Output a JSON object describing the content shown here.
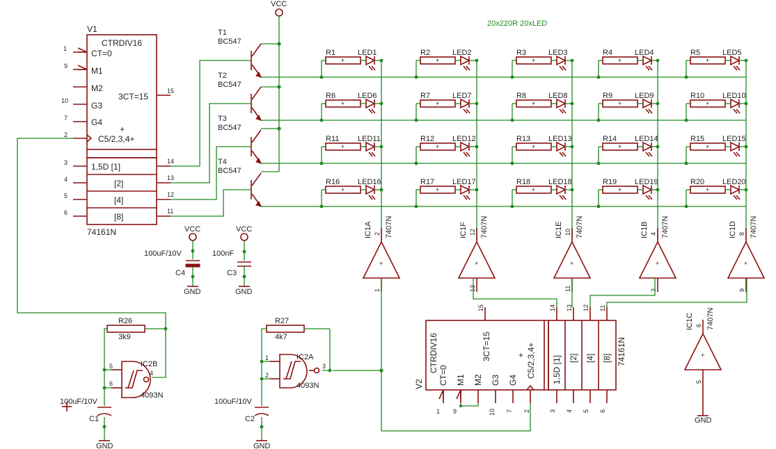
{
  "note": "20x220R  20xLED",
  "vcc": "VCC",
  "gnd": "GND",
  "v1": {
    "ref": "V1",
    "title": "CTRDIV16",
    "inputs": [
      "CT=0",
      "M1",
      "M2",
      "G3",
      "G4",
      "C5/2,3,4+"
    ],
    "out_label": "3CT=15",
    "plus": "+",
    "bits": [
      "1,5D [1]",
      "[2]",
      "[4]",
      "[8]"
    ],
    "part": "74161N"
  },
  "v2": {
    "ref": "V2",
    "title": "CTRDIV16",
    "inputs": [
      "CT=0",
      "M1",
      "M2",
      "G3",
      "G4",
      "C5/2,3,4+"
    ],
    "out_label": "3CT=15",
    "plus": "+",
    "bits": [
      "1,5D [1]",
      "[2]",
      "[4]",
      "[8]"
    ],
    "part": "74161N"
  },
  "transistors": [
    {
      "ref": "T1",
      "part": "BC547"
    },
    {
      "ref": "T2",
      "part": "BC547"
    },
    {
      "ref": "T3",
      "part": "BC547"
    },
    {
      "ref": "T4",
      "part": "BC547"
    }
  ],
  "matrix": [
    [
      {
        "r": "R1",
        "led": "LED1"
      },
      {
        "r": "R2",
        "led": "LED2"
      },
      {
        "r": "R3",
        "led": "LED3"
      },
      {
        "r": "R4",
        "led": "LED4"
      },
      {
        "r": "R5",
        "led": "LED5"
      }
    ],
    [
      {
        "r": "R6",
        "led": "LED6"
      },
      {
        "r": "R7",
        "led": "LED7"
      },
      {
        "r": "R8",
        "led": "LED8"
      },
      {
        "r": "R9",
        "led": "LED9"
      },
      {
        "r": "R10",
        "led": "LED10"
      }
    ],
    [
      {
        "r": "R11",
        "led": "LED11"
      },
      {
        "r": "R12",
        "led": "LED12"
      },
      {
        "r": "R13",
        "led": "LED13"
      },
      {
        "r": "R14",
        "led": "LED14"
      },
      {
        "r": "R15",
        "led": "LED15"
      }
    ],
    [
      {
        "r": "R16",
        "led": "LED16"
      },
      {
        "r": "R17",
        "led": "LED17"
      },
      {
        "r": "R18",
        "led": "LED18"
      },
      {
        "r": "R19",
        "led": "LED19"
      },
      {
        "r": "R20",
        "led": "LED20"
      }
    ]
  ],
  "buffers": [
    {
      "ref": "IC1A",
      "part": "7407N",
      "in": "1",
      "out": "2"
    },
    {
      "ref": "IC1F",
      "part": "7407N",
      "in": "13",
      "out": "12"
    },
    {
      "ref": "IC1E",
      "part": "7407N",
      "in": "11",
      "out": "10"
    },
    {
      "ref": "IC1B",
      "part": "7407N",
      "in": "3",
      "out": "4"
    },
    {
      "ref": "IC1D",
      "part": "7407N",
      "in": "9",
      "out": "8"
    },
    {
      "ref": "IC1C",
      "part": "7407N",
      "in": "5",
      "out": "6"
    }
  ],
  "caps": [
    {
      "ref": "C4",
      "value": "100uF/10V"
    },
    {
      "ref": "C3",
      "value": "100nF"
    },
    {
      "ref": "C1",
      "value": "100uF/10V"
    },
    {
      "ref": "C2",
      "value": "100uF/10V"
    }
  ],
  "resistors": [
    {
      "ref": "R26",
      "value": "3k9"
    },
    {
      "ref": "R27",
      "value": "4k7"
    }
  ],
  "gates": [
    {
      "ref": "IC2B",
      "part": "4093N"
    },
    {
      "ref": "IC2A",
      "part": "4093N"
    }
  ],
  "plus": "+",
  "pins": {
    "v1_left": [
      "1",
      "9",
      "10",
      "7",
      "2",
      "3",
      "4",
      "5",
      "6"
    ],
    "v1_right": [
      "15",
      "14",
      "13",
      "12",
      "11"
    ],
    "v2_bottom": [
      "1",
      "9",
      "10",
      "7",
      "2",
      "3",
      "4",
      "5",
      "6"
    ],
    "v2_top": [
      "15",
      "14",
      "13",
      "12",
      "11"
    ],
    "ic2b": [
      "5",
      "6",
      "4"
    ],
    "ic2a": [
      "1",
      "2",
      "3"
    ]
  }
}
